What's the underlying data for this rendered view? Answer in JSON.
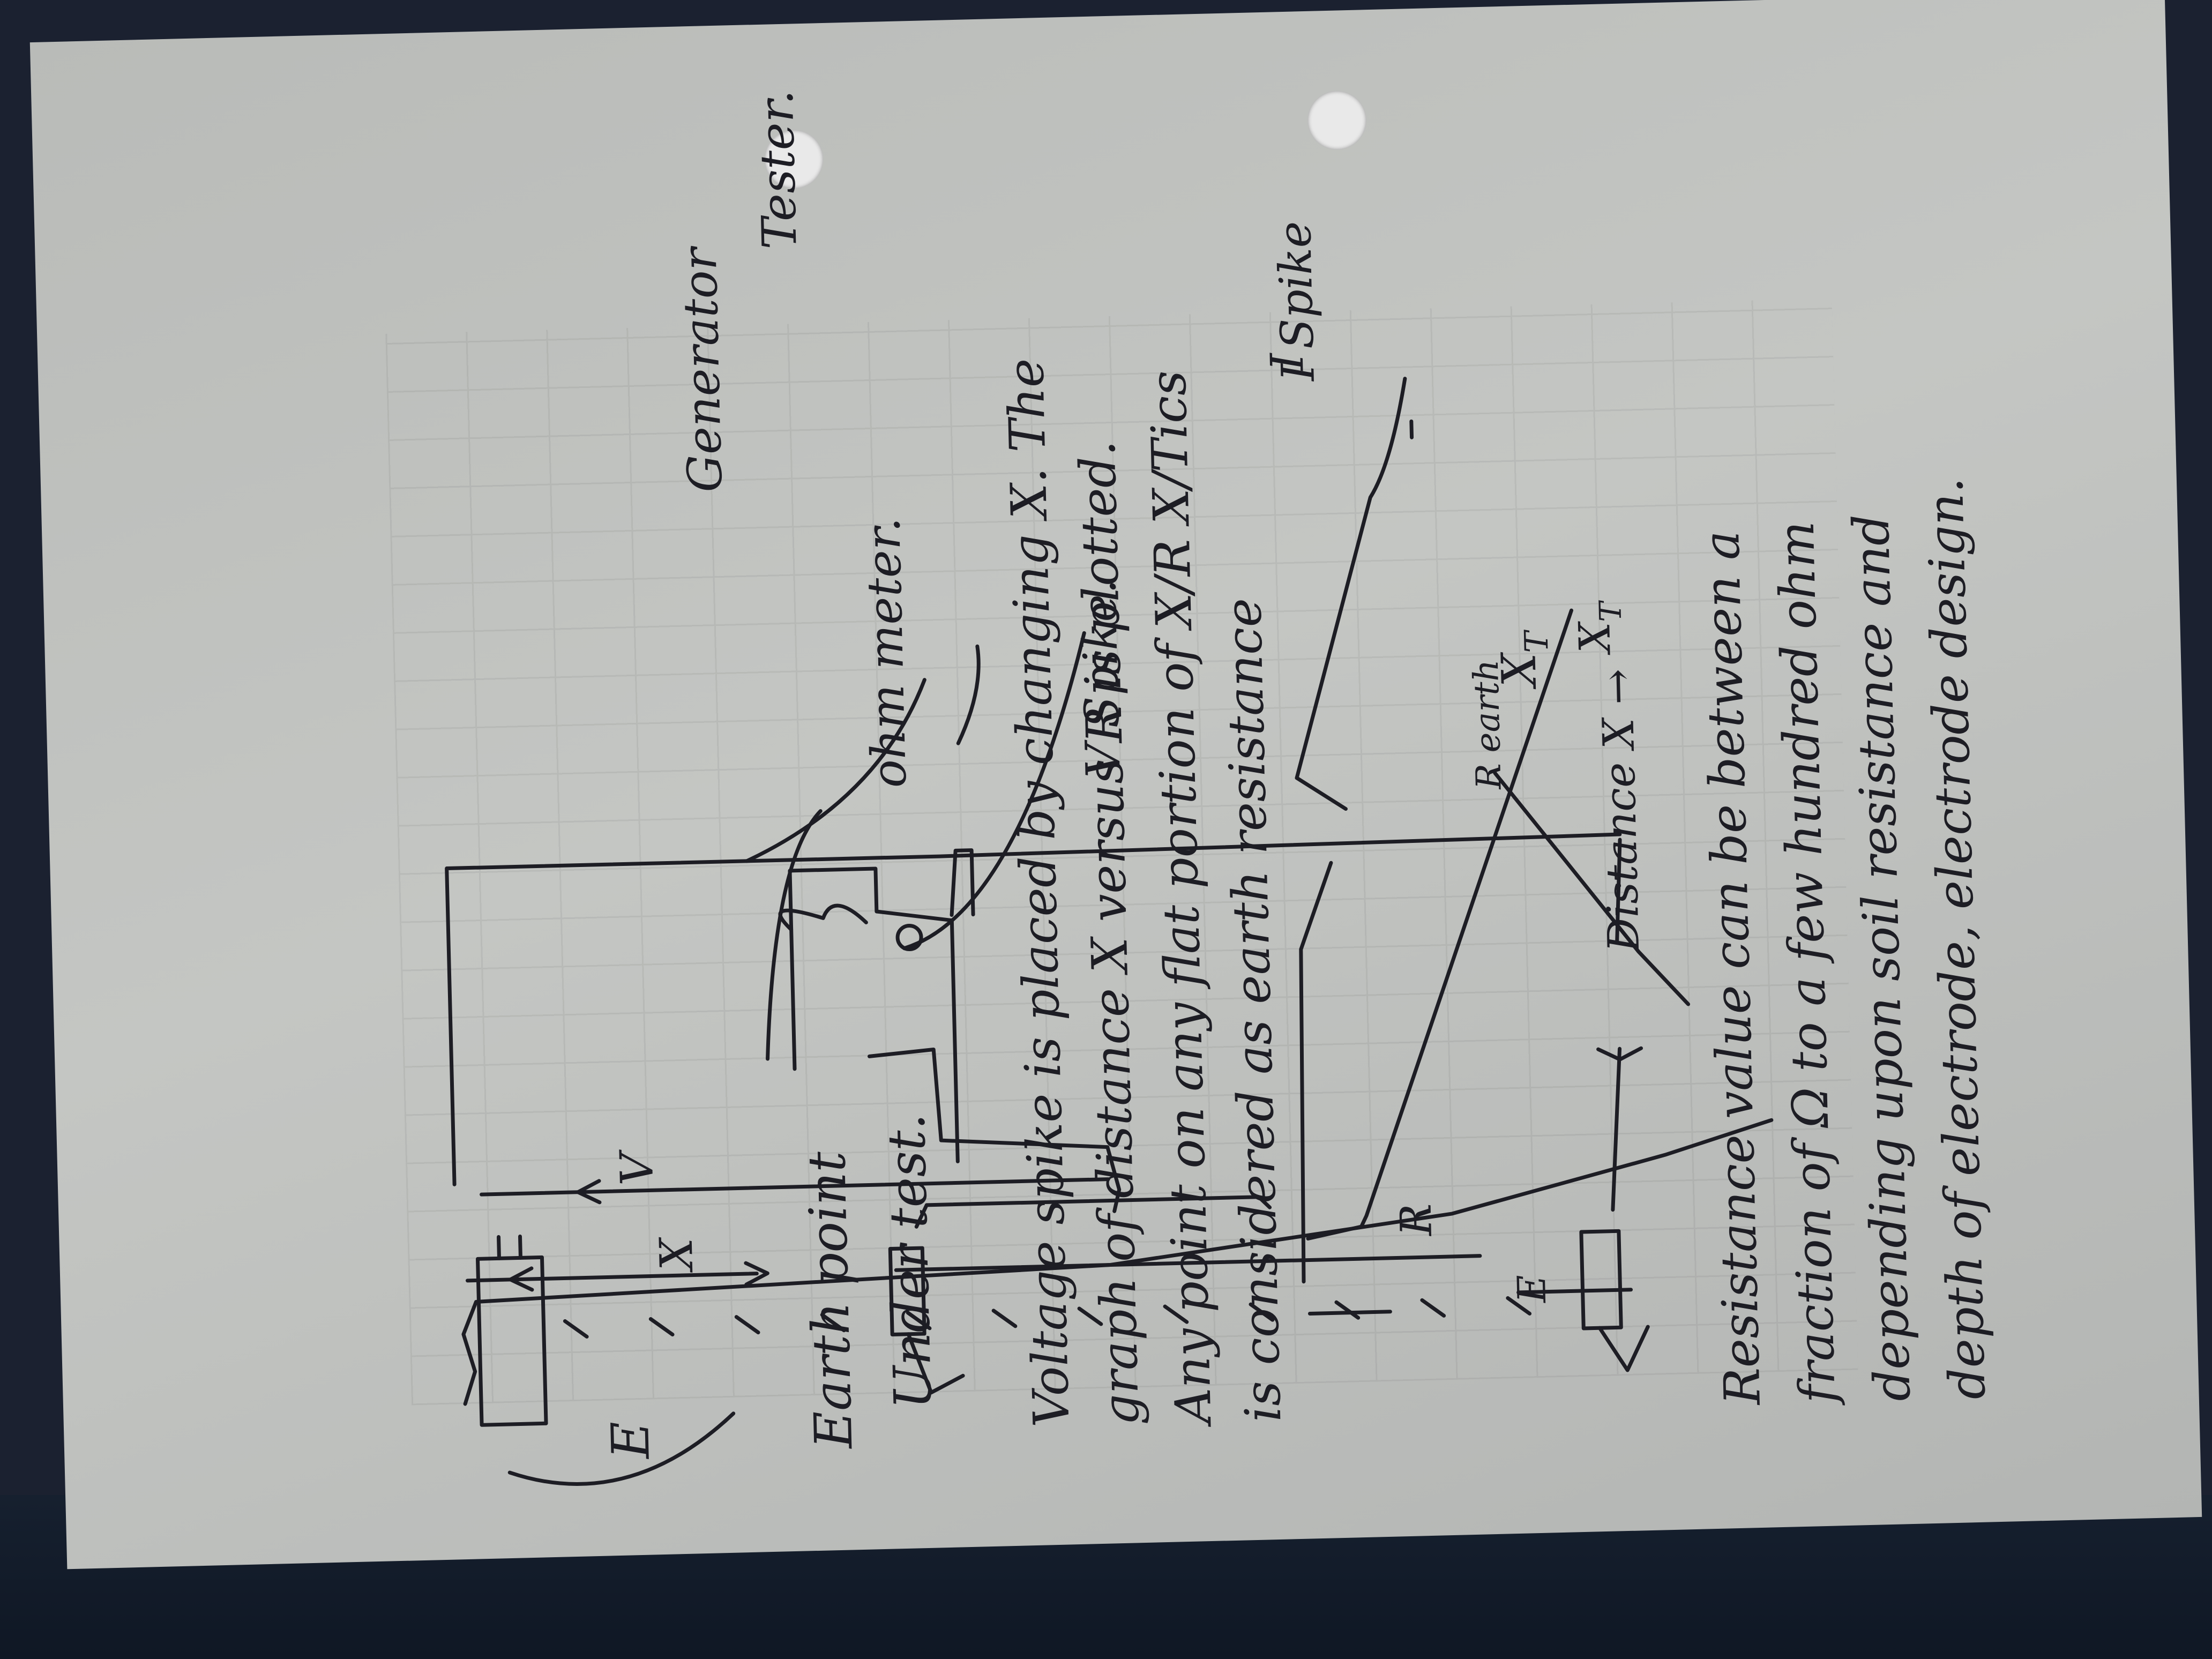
{
  "circuit": {
    "tester": "Tester.",
    "generator": "Generator",
    "ohm_meter": "ohm meter.",
    "earth_label": "E",
    "x_label": "X",
    "v_label": "V",
    "i_label": "I",
    "i_spike": "I  Spike",
    "v_spike": "V Spike.",
    "xt_label": "X",
    "xt_sub": "T"
  },
  "notes": {
    "caption_line1": "Earth point",
    "caption_line2": "Under test.",
    "para1": [
      "Voltage spike is placed by changing X. The",
      "graph of distance X versus R is plotted.",
      "Any point on any flat portion of X/R    X/Tics",
      "is considered as earth resistance"
    ],
    "para2": [
      "Resistance value can be between a",
      "fraction of Ω to a few hundred ohm",
      "depending upon soil resistance and",
      "depth of electrode, electrode design."
    ]
  },
  "graph": {
    "y_axis": "R",
    "origin": "E",
    "result": "R earth",
    "x_axis": "Distance  X →",
    "xt": "X",
    "xt_sub": "T"
  }
}
